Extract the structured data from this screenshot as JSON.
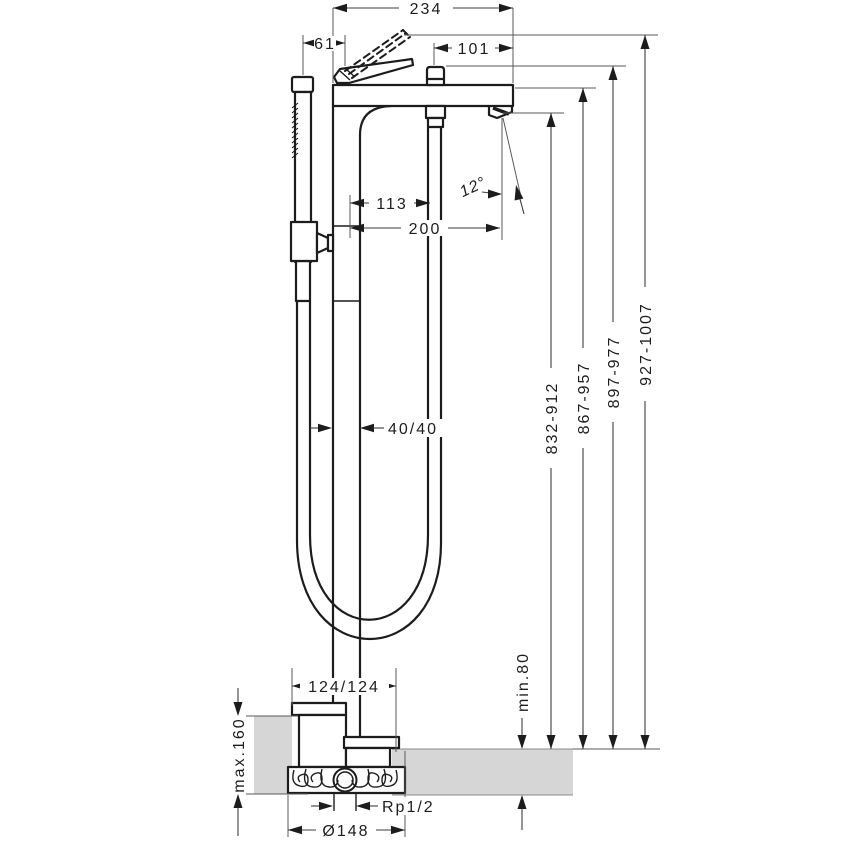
{
  "figure": {
    "kind": "technical-dimension-drawing",
    "subject": "freestanding bath mixer with hand shower, side elevation with floor section"
  },
  "colors": {
    "line": "#1c1c1c",
    "dimension_line": "#3c3c3c",
    "floor_fill": "#d6d6d6",
    "background": "#ffffff"
  },
  "dims": {
    "width_overall": "234",
    "handshower_offset": "61",
    "knob_to_spout_end": "101",
    "column_to_hose": "113",
    "column_to_outlet": "200",
    "spout_angle": "12°",
    "column_section": "40/40",
    "h_outlet": "832-912",
    "h_deck": "867-957",
    "h_knob": "897-977",
    "h_lever": "927-1007",
    "floor_min": "min.80",
    "floor_max": "max.160",
    "base_cover": "124/124",
    "base_dia": "Ø148",
    "thread": "Rp1/2"
  }
}
